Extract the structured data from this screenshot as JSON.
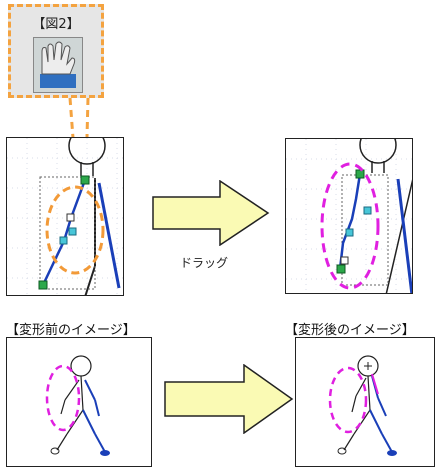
{
  "callout": {
    "title": "【図2】",
    "icon": "grab-hand-icon"
  },
  "drag_label": "ドラッグ",
  "captions": {
    "before": "【変形前のイメージ】",
    "after": "【変形後のイメージ】"
  },
  "colors": {
    "arrow_fill": "#fafab4",
    "callout_border": "#f4a340",
    "selection_ellipse": "#e020e0",
    "callout_ring": "#f29a38",
    "bone": "#1a3fb8",
    "handle_green": "#2ca84a",
    "handle_cyan": "#47c6d8"
  }
}
